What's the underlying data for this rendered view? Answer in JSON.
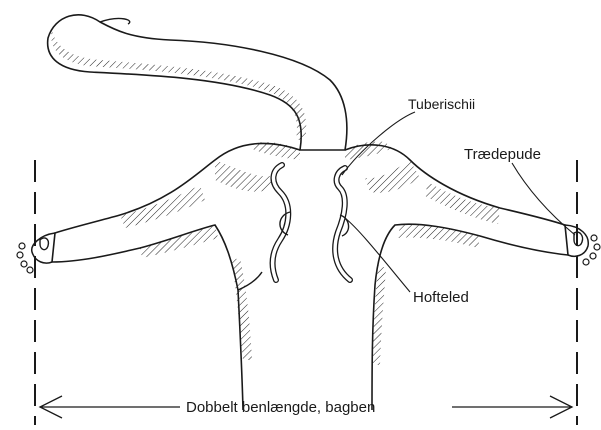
{
  "labels": {
    "tuberischii": "Tuberischii",
    "traedepude": "Trædepude",
    "hofteled": "Hofteled",
    "dimension": "Dobbelt benlængde, bagben"
  }
}
